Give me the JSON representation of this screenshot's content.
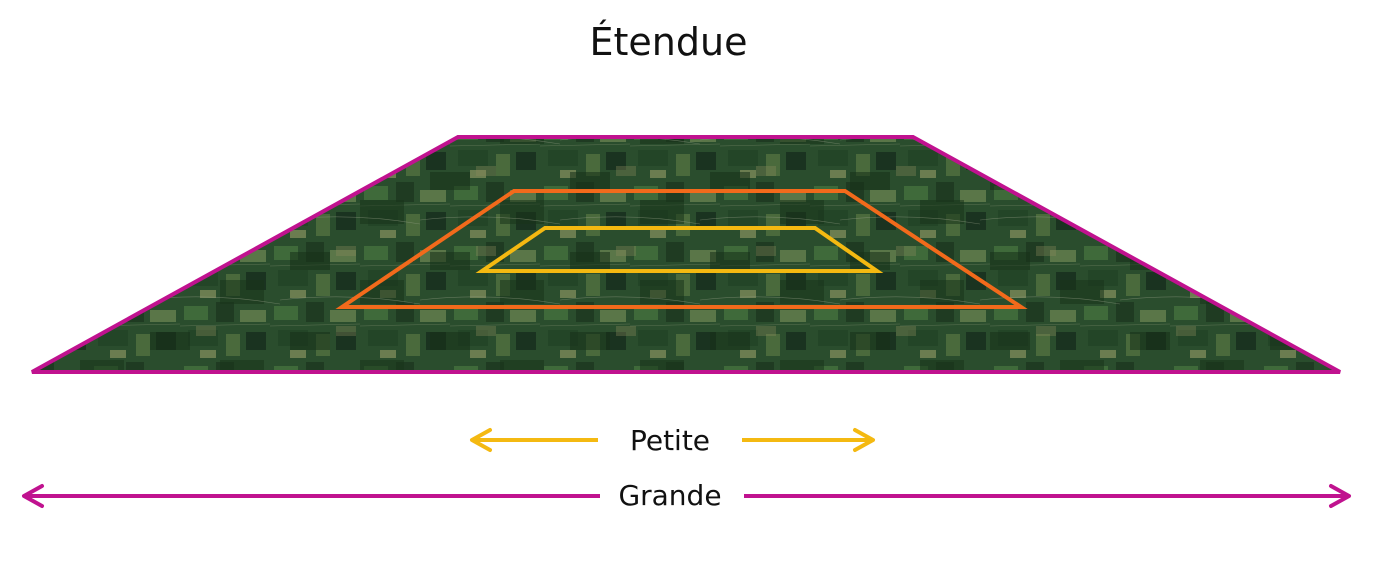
{
  "title": "Étendue",
  "colors": {
    "large": "#c0128f",
    "medium": "#f26a1b",
    "small": "#f4b911",
    "terrain_dark": "#1d3a20",
    "terrain_mid": "#2c5230",
    "terrain_light": "#4c6d3d"
  },
  "extents": [
    {
      "id": "small",
      "label": "Petite"
    },
    {
      "id": "medium"
    },
    {
      "id": "large",
      "label": "Grande"
    }
  ],
  "icons": {
    "arrow": "double-headed-arrow-icon"
  }
}
